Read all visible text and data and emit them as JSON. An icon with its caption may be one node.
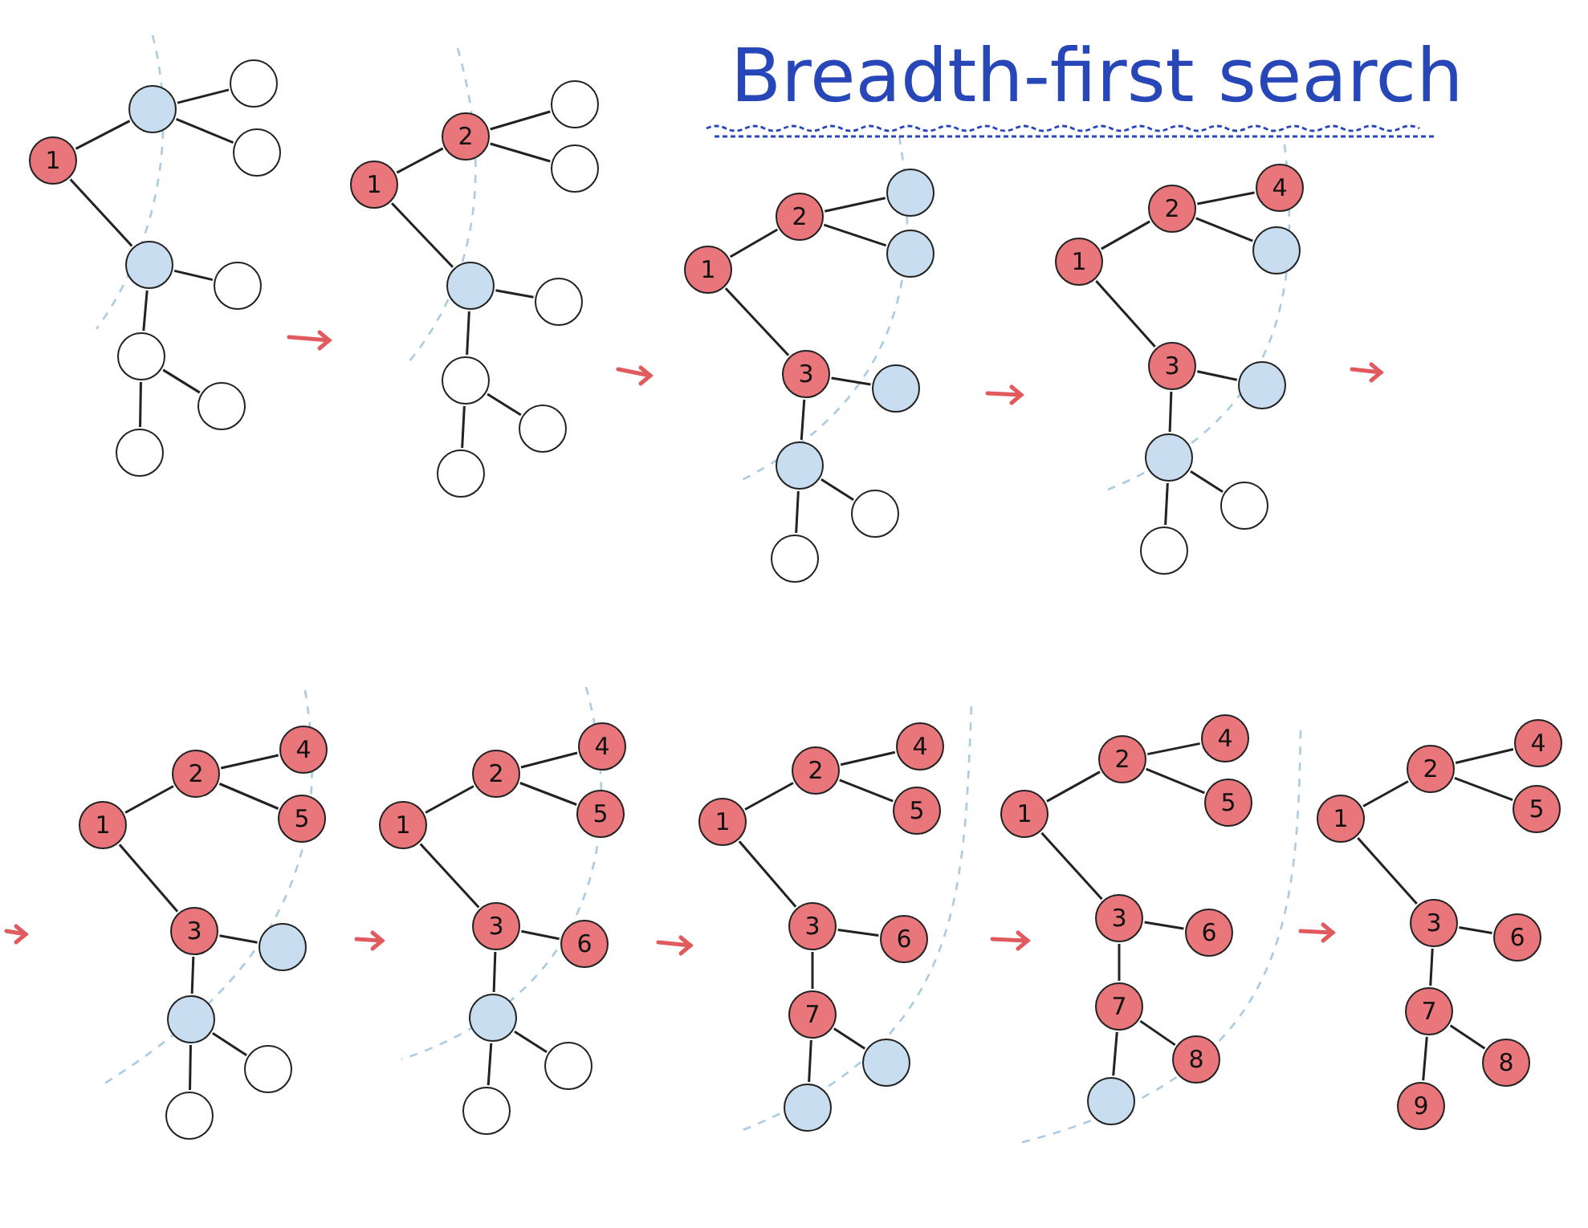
{
  "diagram": {
    "title": "Breadth-first search",
    "nodes": [
      {
        "text": [
          "1"
        ]
      },
      {
        "text": [],
        "shape": "circle"
      },
      {
        "text": [],
        "shape": "circle"
      },
      {
        "text": [],
        "shape": "circle"
      },
      {
        "text": [],
        "shape": "circle"
      },
      {
        "text": [],
        "shape": "circle"
      },
      {
        "text": [],
        "shape": "circle"
      },
      {
        "text": [],
        "shape": "circle"
      },
      {
        "text": [],
        "shape": "circle"
      },
      {
        "text": [
          "1"
        ]
      },
      {
        "text": [
          "2"
        ]
      },
      {
        "text": [],
        "shape": "circle"
      },
      {
        "text": [],
        "shape": "circle"
      },
      {
        "text": [],
        "shape": "circle"
      },
      {
        "text": [],
        "shape": "circle"
      },
      {
        "text": [],
        "shape": "circle"
      },
      {
        "text": [],
        "shape": "circle"
      },
      {
        "text": [],
        "shape": "circle"
      },
      {
        "text": [
          "1"
        ]
      },
      {
        "text": [
          "2"
        ]
      },
      {
        "text": [],
        "shape": "circle"
      },
      {
        "text": [],
        "shape": "circle"
      },
      {
        "text": [
          "3"
        ]
      },
      {
        "text": [],
        "shape": "circle"
      },
      {
        "text": [],
        "shape": "circle"
      },
      {
        "text": [],
        "shape": "circle"
      },
      {
        "text": [],
        "shape": "circle"
      },
      {
        "text": [
          "1"
        ]
      },
      {
        "text": [
          "2"
        ]
      },
      {
        "text": [
          "4"
        ]
      },
      {
        "text": [],
        "shape": "circle"
      },
      {
        "text": [
          "3"
        ]
      },
      {
        "text": [],
        "shape": "circle"
      },
      {
        "text": [],
        "shape": "circle"
      },
      {
        "text": [],
        "shape": "circle"
      },
      {
        "text": [],
        "shape": "circle"
      },
      {
        "text": [
          "1"
        ]
      },
      {
        "text": [
          "2"
        ]
      },
      {
        "text": [
          "4"
        ]
      },
      {
        "text": [
          "5"
        ]
      },
      {
        "text": [
          "3"
        ]
      },
      {
        "text": [],
        "shape": "circle"
      },
      {
        "text": [],
        "shape": "circle"
      },
      {
        "text": [],
        "shape": "circle"
      },
      {
        "text": [],
        "shape": "circle"
      },
      {
        "text": [
          "1"
        ]
      },
      {
        "text": [
          "2"
        ]
      },
      {
        "text": [
          "4"
        ]
      },
      {
        "text": [
          "5"
        ]
      },
      {
        "text": [
          "3"
        ]
      },
      {
        "text": [
          "6"
        ]
      },
      {
        "text": [],
        "shape": "circle"
      },
      {
        "text": [],
        "shape": "circle"
      },
      {
        "text": [],
        "shape": "circle"
      },
      {
        "text": [
          "1"
        ]
      },
      {
        "text": [
          "2"
        ]
      },
      {
        "text": [
          "4"
        ]
      },
      {
        "text": [
          "5"
        ]
      },
      {
        "text": [
          "3"
        ]
      },
      {
        "text": [
          "6"
        ]
      },
      {
        "text": [
          "7"
        ]
      },
      {
        "text": [],
        "shape": "circle"
      },
      {
        "text": [],
        "shape": "circle"
      },
      {
        "text": [
          "1"
        ]
      },
      {
        "text": [
          "2"
        ]
      },
      {
        "text": [
          "4"
        ]
      },
      {
        "text": [
          "5"
        ]
      },
      {
        "text": [
          "3"
        ]
      },
      {
        "text": [
          "6"
        ]
      },
      {
        "text": [
          "7"
        ]
      },
      {
        "text": [
          "8"
        ]
      },
      {
        "text": [],
        "shape": "circle"
      },
      {
        "text": [
          "1"
        ]
      },
      {
        "text": [
          "2"
        ]
      },
      {
        "text": [
          "4"
        ]
      },
      {
        "text": [
          "5"
        ]
      },
      {
        "text": [
          "3"
        ]
      },
      {
        "text": [
          "6"
        ]
      },
      {
        "text": [
          "7"
        ]
      },
      {
        "text": [
          "8"
        ]
      },
      {
        "text": [
          "9"
        ]
      }
    ],
    "edges": [
      {
        "from": 0,
        "to": 1,
        "arrow": "none"
      },
      {
        "from": 1,
        "to": 2,
        "arrow": "none"
      },
      {
        "from": 1,
        "to": 3,
        "arrow": "none"
      },
      {
        "from": 0,
        "to": 4,
        "arrow": "none"
      },
      {
        "from": 4,
        "to": 5,
        "arrow": "none"
      },
      {
        "from": 4,
        "to": 6,
        "arrow": "none"
      },
      {
        "from": 6,
        "to": 7,
        "arrow": "none"
      },
      {
        "from": 6,
        "to": 8,
        "arrow": "none"
      },
      {
        "from": 9,
        "to": 10,
        "arrow": "none"
      },
      {
        "from": 10,
        "to": 11,
        "arrow": "none"
      },
      {
        "from": 10,
        "to": 12,
        "arrow": "none"
      },
      {
        "from": 9,
        "to": 13,
        "arrow": "none"
      },
      {
        "from": 13,
        "to": 14,
        "arrow": "none"
      },
      {
        "from": 13,
        "to": 15,
        "arrow": "none"
      },
      {
        "from": 15,
        "to": 16,
        "arrow": "none"
      },
      {
        "from": 15,
        "to": 17,
        "arrow": "none"
      },
      {
        "from": 18,
        "to": 19,
        "arrow": "none"
      },
      {
        "from": 19,
        "to": 20,
        "arrow": "none"
      },
      {
        "from": 19,
        "to": 21,
        "arrow": "none"
      },
      {
        "from": 18,
        "to": 22,
        "arrow": "none"
      },
      {
        "from": 22,
        "to": 23,
        "arrow": "none"
      },
      {
        "from": 22,
        "to": 24,
        "arrow": "none"
      },
      {
        "from": 24,
        "to": 25,
        "arrow": "none"
      },
      {
        "from": 24,
        "to": 26,
        "arrow": "none"
      },
      {
        "from": 27,
        "to": 28,
        "arrow": "none"
      },
      {
        "from": 28,
        "to": 29,
        "arrow": "none"
      },
      {
        "from": 28,
        "to": 30,
        "arrow": "none"
      },
      {
        "from": 27,
        "to": 31,
        "arrow": "none"
      },
      {
        "from": 31,
        "to": 32,
        "arrow": "none"
      },
      {
        "from": 31,
        "to": 33,
        "arrow": "none"
      },
      {
        "from": 33,
        "to": 34,
        "arrow": "none"
      },
      {
        "from": 33,
        "to": 35,
        "arrow": "none"
      },
      {
        "from": 36,
        "to": 37,
        "arrow": "none"
      },
      {
        "from": 37,
        "to": 38,
        "arrow": "none"
      },
      {
        "from": 37,
        "to": 39,
        "arrow": "none"
      },
      {
        "from": 36,
        "to": 40,
        "arrow": "none"
      },
      {
        "from": 40,
        "to": 41,
        "arrow": "none"
      },
      {
        "from": 40,
        "to": 42,
        "arrow": "none"
      },
      {
        "from": 42,
        "to": 43,
        "arrow": "none"
      },
      {
        "from": 42,
        "to": 44,
        "arrow": "none"
      },
      {
        "from": 45,
        "to": 46,
        "arrow": "none"
      },
      {
        "from": 46,
        "to": 47,
        "arrow": "none"
      },
      {
        "from": 46,
        "to": 48,
        "arrow": "none"
      },
      {
        "from": 45,
        "to": 49,
        "arrow": "none"
      },
      {
        "from": 49,
        "to": 50,
        "arrow": "none"
      },
      {
        "from": 49,
        "to": 51,
        "arrow": "none"
      },
      {
        "from": 51,
        "to": 52,
        "arrow": "none"
      },
      {
        "from": 51,
        "to": 53,
        "arrow": "none"
      },
      {
        "from": 54,
        "to": 55,
        "arrow": "none"
      },
      {
        "from": 55,
        "to": 56,
        "arrow": "none"
      },
      {
        "from": 55,
        "to": 57,
        "arrow": "none"
      },
      {
        "from": 54,
        "to": 58,
        "arrow": "none"
      },
      {
        "from": 58,
        "to": 59,
        "arrow": "none"
      },
      {
        "from": 58,
        "to": 60,
        "arrow": "none"
      },
      {
        "from": 60,
        "to": 61,
        "arrow": "none"
      },
      {
        "from": 60,
        "to": 62,
        "arrow": "none"
      },
      {
        "from": 63,
        "to": 64,
        "arrow": "none"
      },
      {
        "from": 64,
        "to": 65,
        "arrow": "none"
      },
      {
        "from": 64,
        "to": 66,
        "arrow": "none"
      },
      {
        "from": 63,
        "to": 67,
        "arrow": "none"
      },
      {
        "from": 67,
        "to": 68,
        "arrow": "none"
      },
      {
        "from": 67,
        "to": 69,
        "arrow": "none"
      },
      {
        "from": 69,
        "to": 70,
        "arrow": "none"
      },
      {
        "from": 69,
        "to": 71,
        "arrow": "none"
      },
      {
        "from": 72,
        "to": 73,
        "arrow": "none"
      },
      {
        "from": 73,
        "to": 74,
        "arrow": "none"
      },
      {
        "from": 73,
        "to": 75,
        "arrow": "none"
      },
      {
        "from": 72,
        "to": 76,
        "arrow": "none"
      },
      {
        "from": 76,
        "to": 77,
        "arrow": "none"
      },
      {
        "from": 76,
        "to": 78,
        "arrow": "none"
      },
      {
        "from": 78,
        "to": 79,
        "arrow": "none"
      },
      {
        "from": 78,
        "to": 80,
        "arrow": "none"
      }
    ]
  }
}
